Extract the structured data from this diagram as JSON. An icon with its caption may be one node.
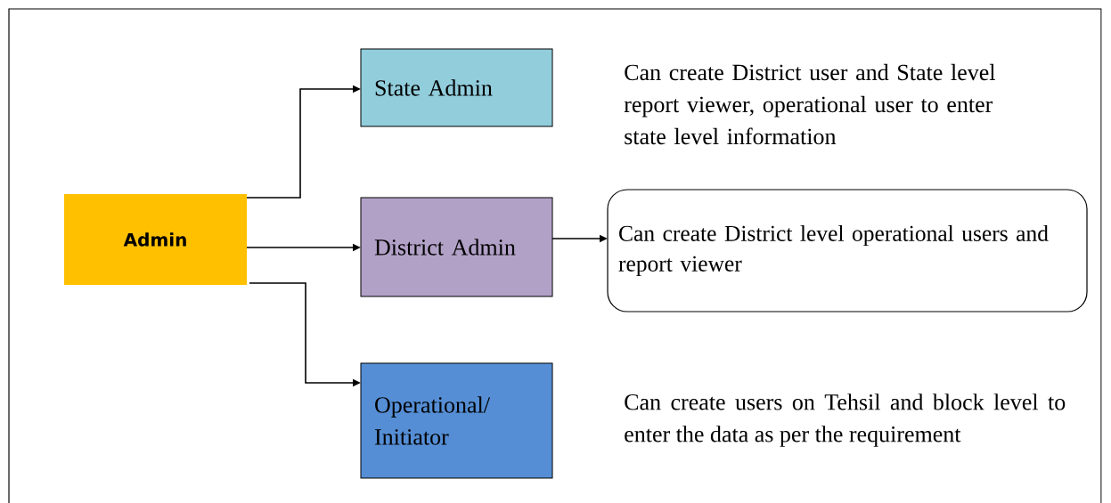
{
  "diagram": {
    "nodes": [
      {
        "text": [
          "Admin"
        ]
      },
      {
        "text": [
          "State Admin"
        ]
      },
      {
        "text": [
          "District Admin"
        ]
      },
      {
        "text": [
          "Operational/ Initiator"
        ]
      },
      {
        "text": [
          "Can create District level operational users and report viewer"
        ]
      }
    ],
    "edges": [
      {
        "from": 0,
        "to": 1,
        "arrow": "to"
      },
      {
        "from": 0,
        "to": 2,
        "arrow": "to"
      },
      {
        "from": 0,
        "to": 3,
        "arrow": "to"
      },
      {
        "from": 2,
        "to": 4,
        "arrow": "to"
      }
    ],
    "labels": [
      "Can create District user and State level report viewer, operational user to enter state level information",
      "Can create users on Tehsil and block level to enter the data as per the requirement"
    ]
  }
}
